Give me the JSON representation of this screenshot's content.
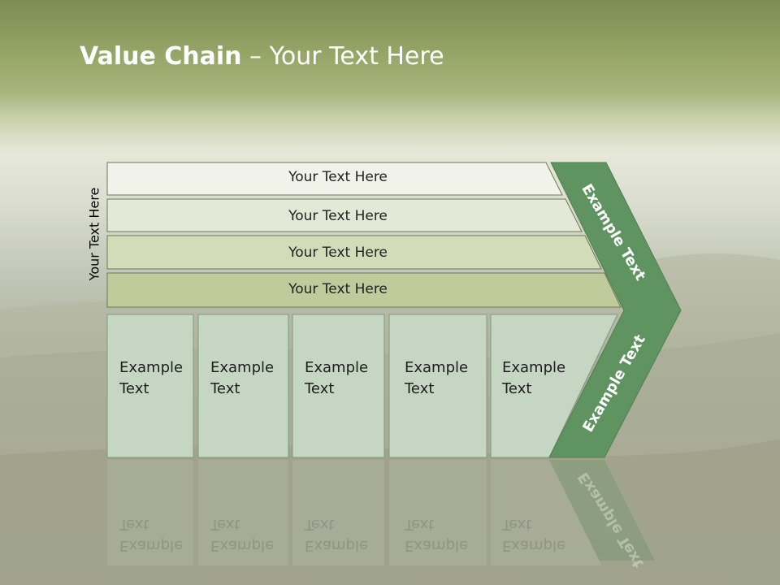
{
  "title": {
    "bold": "Value Chain",
    "rest": " – Your Text Here"
  },
  "side_label": "Your Text Here",
  "bars": [
    {
      "label": "Your Text Here",
      "fill": "#f1f2ea"
    },
    {
      "label": "Your Text Here",
      "fill": "#e4e8d6"
    },
    {
      "label": "Your Text Here",
      "fill": "#d3dcb8"
    },
    {
      "label": "Your Text Here",
      "fill": "#bfcb9a"
    }
  ],
  "boxes": [
    {
      "line1": "Example",
      "line2": "Text"
    },
    {
      "line1": "Example",
      "line2": "Text"
    },
    {
      "line1": "Example",
      "line2": "Text"
    },
    {
      "line1": "Example",
      "line2": "Text"
    },
    {
      "line1": "Example",
      "line2": "Text"
    }
  ],
  "chevron": {
    "upper": "Example Text",
    "lower": "Example Text"
  },
  "colors": {
    "box_fill": "#c5d7c2",
    "chevron_fill": "#5f9360",
    "title": "#ffffff"
  }
}
